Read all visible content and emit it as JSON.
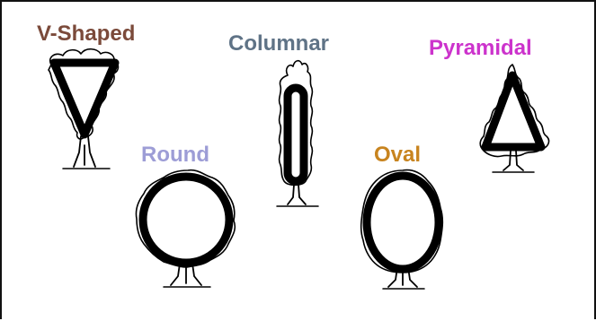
{
  "shapes": {
    "v_shaped": {
      "label": "V-Shaped",
      "color": "#7b4a3a"
    },
    "columnar": {
      "label": "Columnar",
      "color": "#5f7386"
    },
    "pyramidal": {
      "label": "Pyramidal",
      "color": "#cc33cc"
    },
    "round": {
      "label": "Round",
      "color": "#9d9dd6"
    },
    "oval": {
      "label": "Oval",
      "color": "#c8841f"
    }
  }
}
